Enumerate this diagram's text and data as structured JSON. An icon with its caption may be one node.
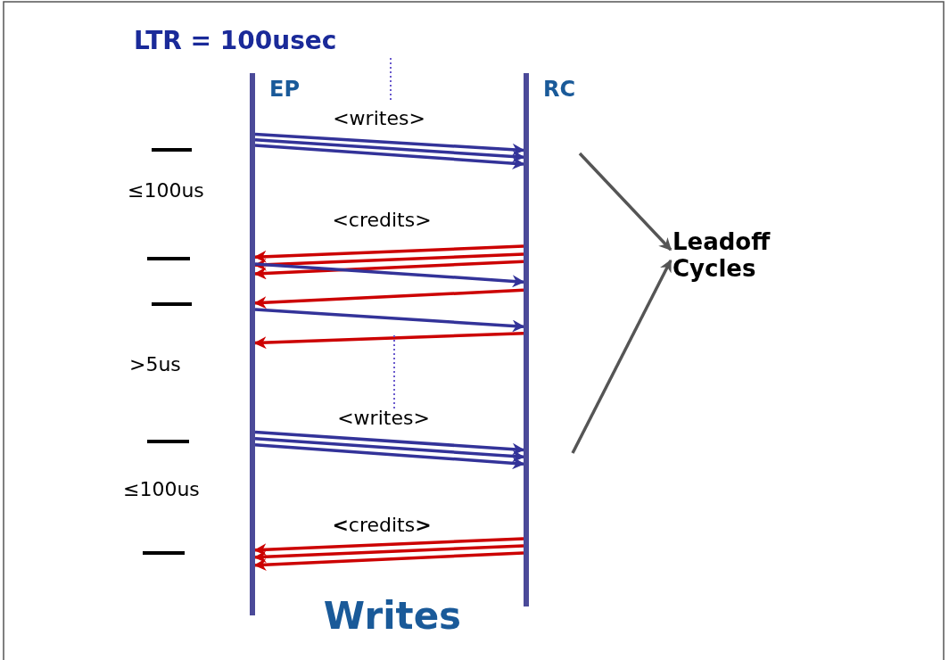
{
  "diagram": {
    "title": "Writes",
    "nodes": [
      {
        "text": [
          "EP"
        ]
      },
      {
        "text": [
          "RC"
        ]
      },
      {
        "text": [
          "Leadoff Cycles"
        ]
      }
    ],
    "edges": [
      {
        "from": 0,
        "to": 1,
        "arrow": "to",
        "label": "<writes>"
      },
      {
        "from": 0,
        "to": 1,
        "arrow": "to"
      },
      {
        "from": 0,
        "to": 1,
        "arrow": "to"
      },
      {
        "from": 1,
        "to": 0,
        "arrow": "to",
        "color": "#cc0000",
        "label": "<credits>"
      },
      {
        "from": 1,
        "to": 0,
        "arrow": "to",
        "color": "#cc0000"
      },
      {
        "from": 1,
        "to": 0,
        "arrow": "to",
        "color": "#cc0000"
      },
      {
        "from": 0,
        "to": 1,
        "arrow": "to"
      },
      {
        "from": 1,
        "to": 0,
        "arrow": "to",
        "color": "#cc0000"
      },
      {
        "from": 0,
        "to": 1,
        "arrow": "to"
      },
      {
        "from": 1,
        "to": 0,
        "arrow": "to",
        "color": "#cc0000"
      },
      {
        "from": 0,
        "to": 1,
        "arrow": "to",
        "label": "<writes>"
      },
      {
        "from": 0,
        "to": 1,
        "arrow": "to"
      },
      {
        "from": 0,
        "to": 1,
        "arrow": "to"
      },
      {
        "from": 1,
        "to": 0,
        "arrow": "to",
        "color": "#cc0000",
        "label": "**<**credits**>**"
      },
      {
        "from": 1,
        "to": 0,
        "arrow": "to",
        "color": "#cc0000"
      },
      {
        "from": 1,
        "to": 0,
        "arrow": "to",
        "color": "#cc0000"
      },
      {
        "from": null,
        "to": 2,
        "arrow": "to",
        "color": "#555555"
      },
      {
        "from": null,
        "to": 2,
        "arrow": "to",
        "color": "#555555"
      }
    ],
    "labels": [
      "LTR = 100usec",
      "≤100us",
      ">5us",
      "≤100us"
    ]
  }
}
